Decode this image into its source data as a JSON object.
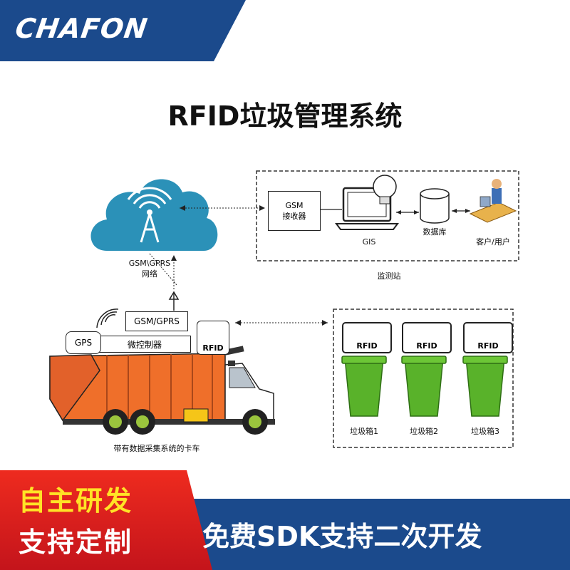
{
  "brand": {
    "logo": "CHAFON",
    "color_primary": "#1b4a8c",
    "color_accent": "#e8251c"
  },
  "title": "RFID垃圾管理系统",
  "network": {
    "cloud_label_line1": "GSM\\GPRS",
    "cloud_label_line2": "网络",
    "icon": "cell-tower-icon"
  },
  "monitoring_station": {
    "label": "监测站",
    "gsm_receiver_line1": "GSM",
    "gsm_receiver_line2": "接收器",
    "gis_label": "GIS",
    "database_label": "数据库",
    "client_label": "客户/用户"
  },
  "truck": {
    "label": "带有数据采集系统的卡车",
    "gsm_gprs": "GSM/GPRS",
    "microcontroller": "微控制器",
    "gps": "GPS",
    "rfid": "RFID"
  },
  "bins": [
    {
      "tag": "RFID",
      "label": "垃圾箱1"
    },
    {
      "tag": "RFID",
      "label": "垃圾箱2"
    },
    {
      "tag": "RFID",
      "label": "垃圾箱3"
    }
  ],
  "banners": {
    "left_line1": "自主研发",
    "left_line2": "支持定制",
    "right": "免费SDK支持二次开发"
  }
}
